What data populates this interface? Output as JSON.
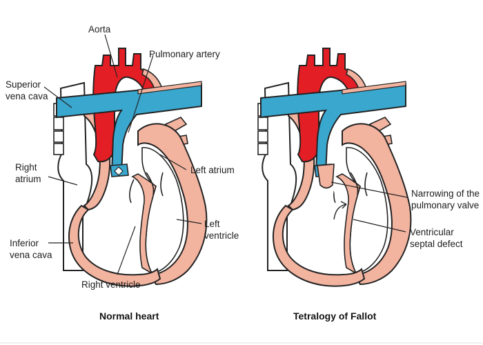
{
  "normal": {
    "caption": "Normal heart",
    "labels": {
      "aorta": "Aorta",
      "pulmonary_artery": "Pulmonary artery",
      "superior_vena_cava": "Superior\nvena cava",
      "right_atrium": "Right\natrium",
      "left_atrium": "Left atrium",
      "left_ventricle": "Left\nventricle",
      "inferior_vena_cava": "Inferior\nvena cava",
      "right_ventricle": "Right ventricle"
    }
  },
  "fallot": {
    "caption": "Tetralogy of Fallot",
    "labels": {
      "pulmonary_valve_narrowing": "Narrowing of the\npulmonary valve",
      "ventricular_septal_defect": "Ventricular\nseptal defect"
    }
  },
  "colors": {
    "muscle": "#f2b39f",
    "aorta_red": "#e31e24",
    "pulmonary_blue": "#3aa7cf",
    "outline": "#222222"
  }
}
